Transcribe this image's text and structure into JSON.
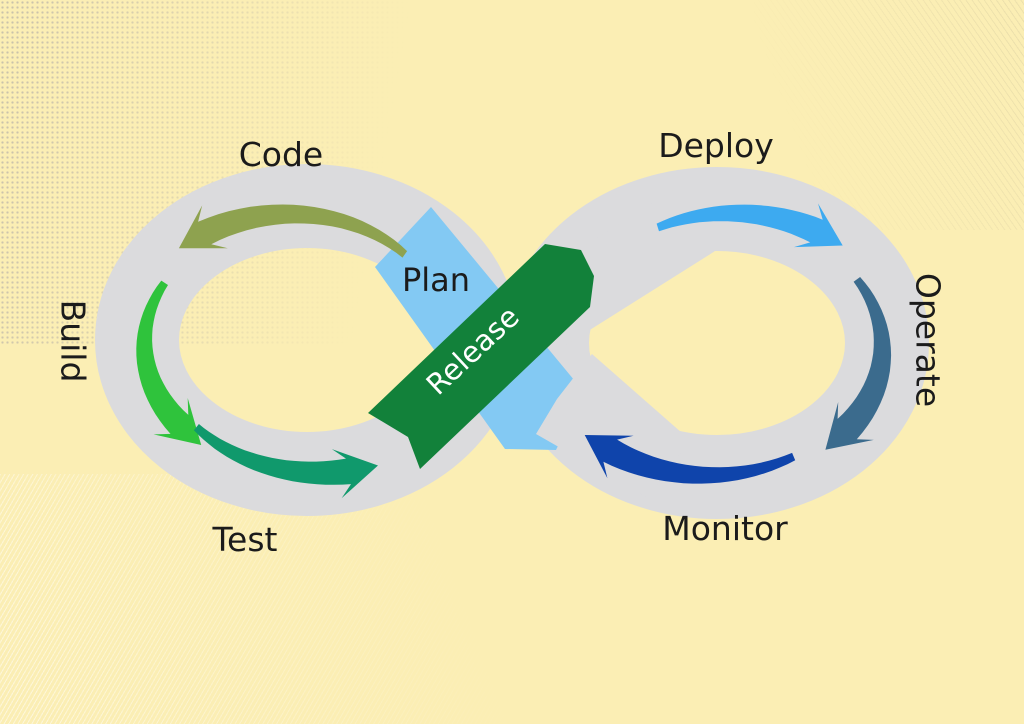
{
  "diagram": {
    "background_color": "#fbeeb4",
    "loop_color": "#dbdbdd",
    "label_color": "#1b1b1b",
    "stages": [
      {
        "id": "code",
        "label": "Code",
        "color": "#8ea24f"
      },
      {
        "id": "build",
        "label": "Build",
        "color": "#2fc33c"
      },
      {
        "id": "test",
        "label": "Test",
        "color": "#10996c"
      },
      {
        "id": "deploy",
        "label": "Deploy",
        "color": "#3daaf0"
      },
      {
        "id": "operate",
        "label": "Operate",
        "color": "#3b6b8d"
      },
      {
        "id": "monitor",
        "label": "Monitor",
        "color": "#0f44ab"
      }
    ],
    "bands": [
      {
        "id": "plan",
        "label": "Plan",
        "color": "#83c9f3",
        "text_color": "#1b1b1b"
      },
      {
        "id": "release",
        "label": "Release",
        "color": "#12813a",
        "text_color": "#ffffff"
      }
    ]
  }
}
